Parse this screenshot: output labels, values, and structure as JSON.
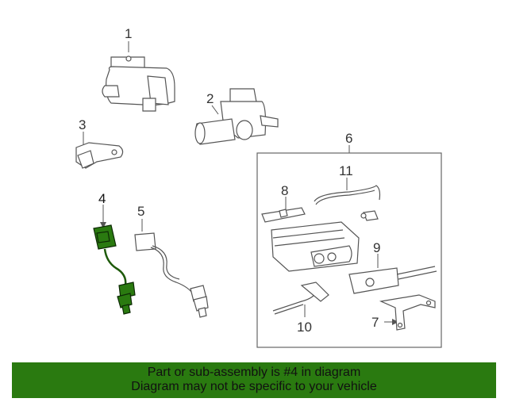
{
  "diagram": {
    "callouts": [
      "1",
      "2",
      "3",
      "4",
      "5",
      "6",
      "7",
      "8",
      "9",
      "10",
      "11"
    ],
    "highlighted_part": "4",
    "highlight_color": "#2a7a10"
  },
  "banner": {
    "line1": "Part or sub-assembly is #4 in diagram",
    "line2": "Diagram may not be specific to your vehicle"
  }
}
